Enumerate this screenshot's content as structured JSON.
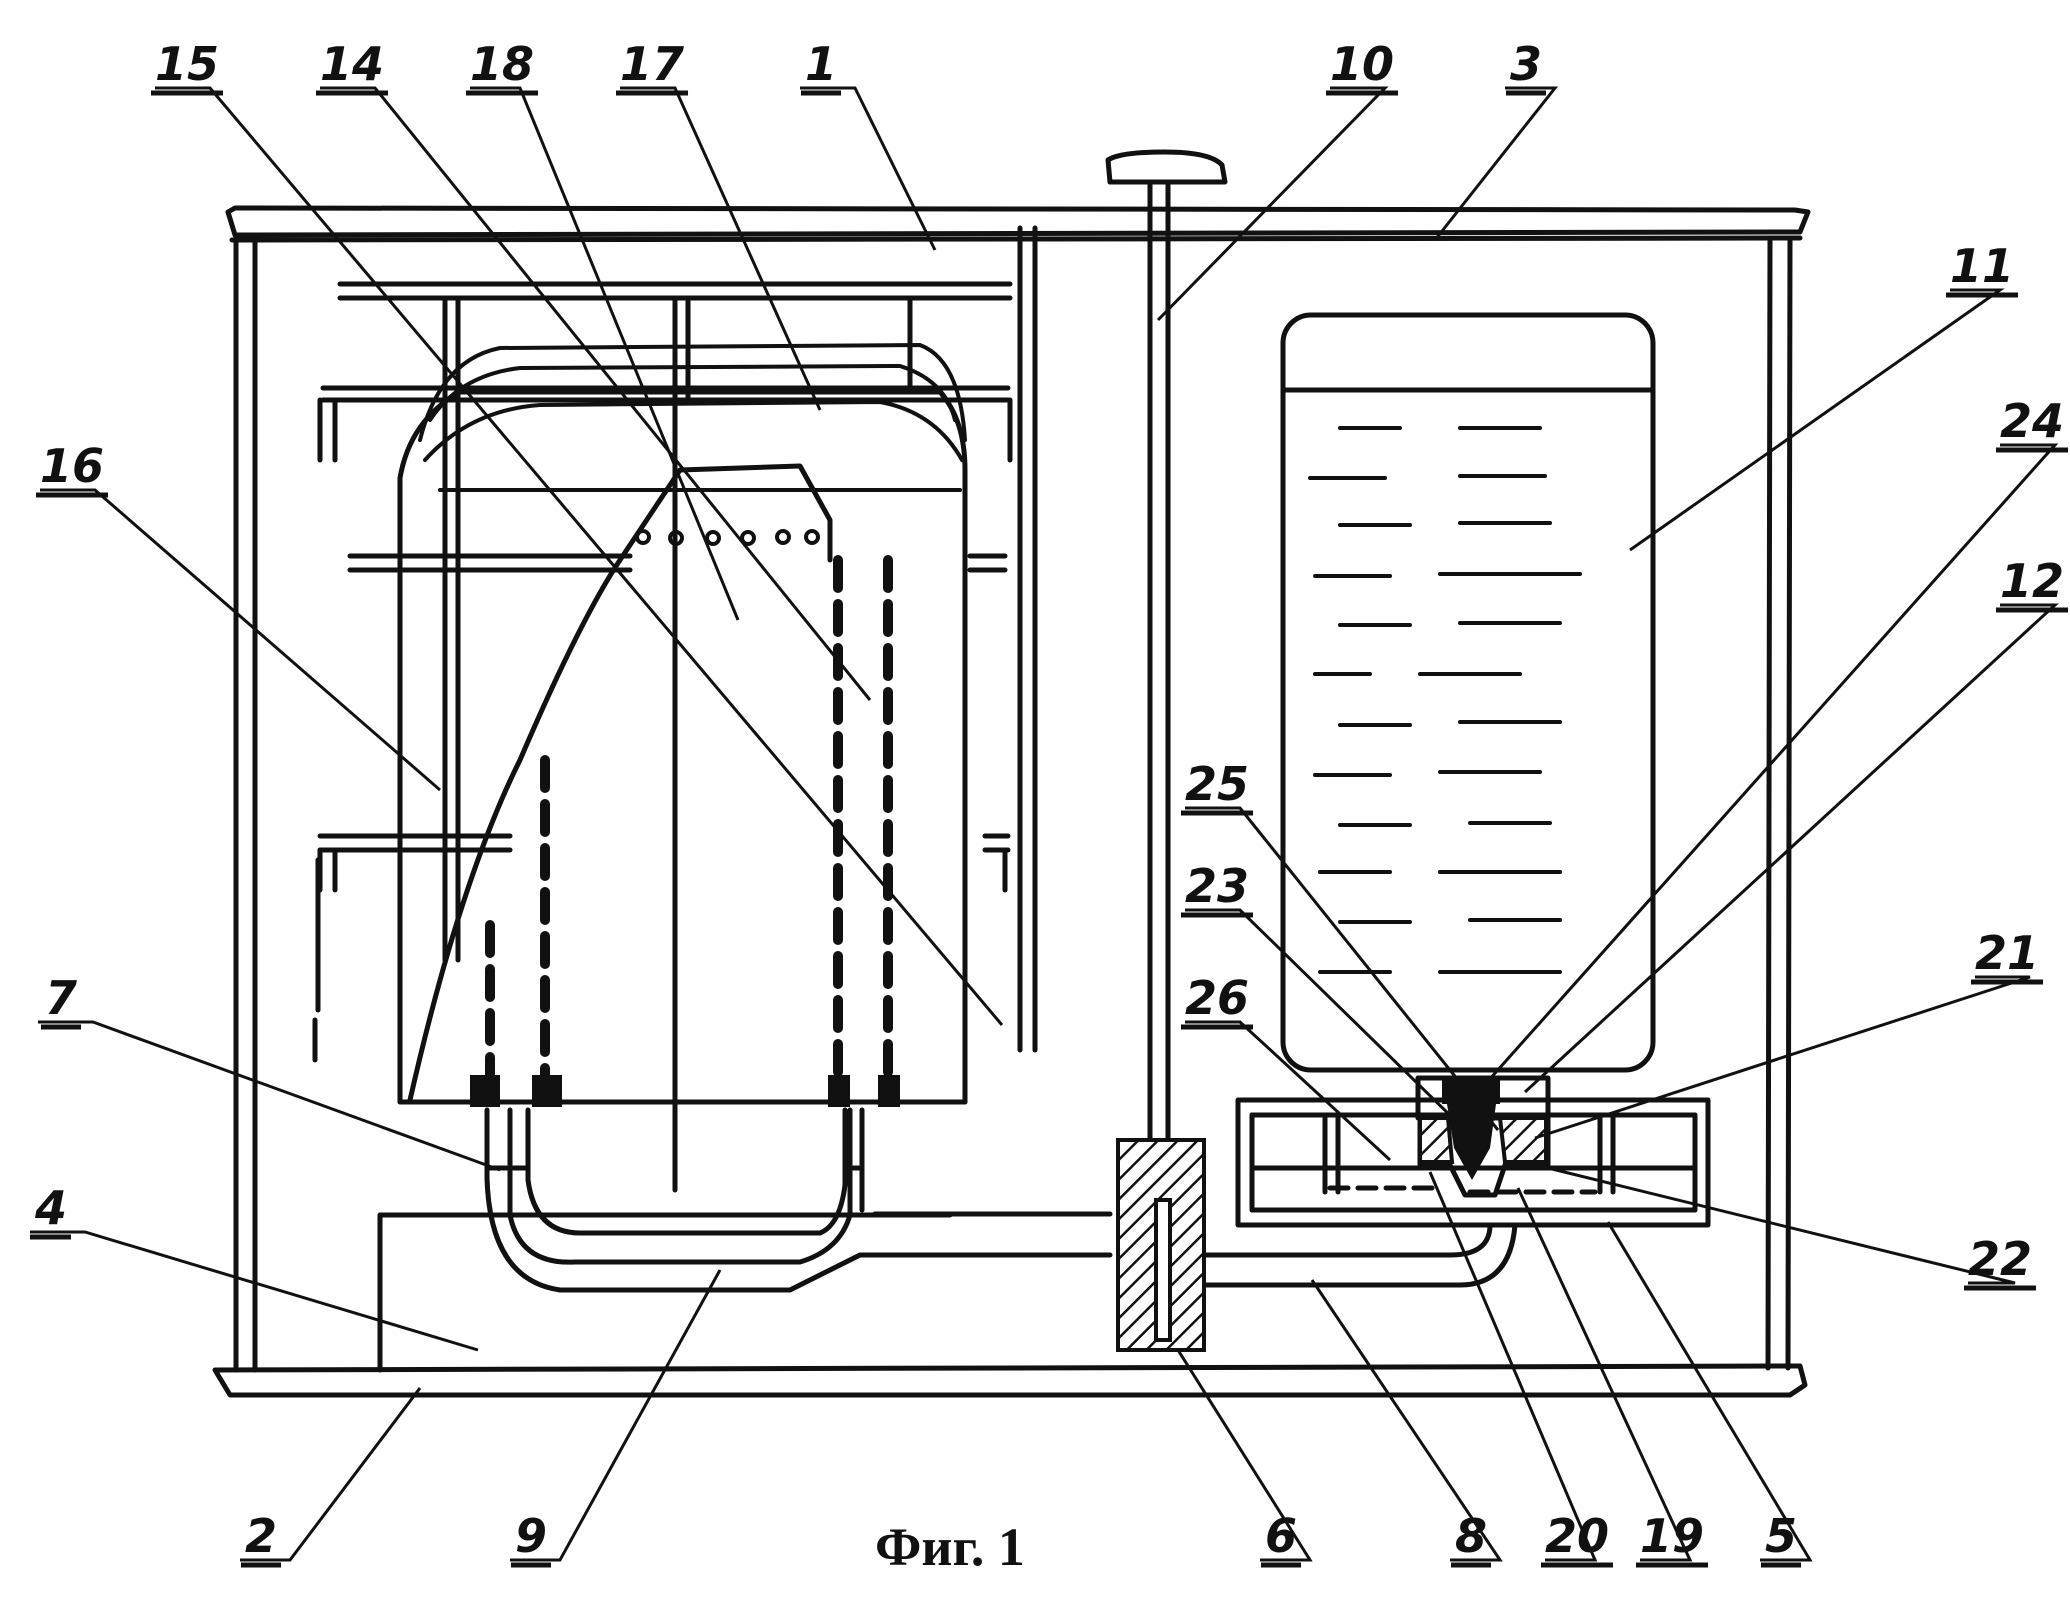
{
  "figure": {
    "caption": "Фиг. 1",
    "stroke_color": "#111111",
    "background": "#ffffff",
    "labels": [
      {
        "id": "15",
        "text": "15"
      },
      {
        "id": "14",
        "text": "14"
      },
      {
        "id": "18",
        "text": "18"
      },
      {
        "id": "17",
        "text": "17"
      },
      {
        "id": "1",
        "text": "1"
      },
      {
        "id": "10",
        "text": "10"
      },
      {
        "id": "3",
        "text": "3"
      },
      {
        "id": "11",
        "text": "11"
      },
      {
        "id": "24",
        "text": "24"
      },
      {
        "id": "16",
        "text": "16"
      },
      {
        "id": "12",
        "text": "12"
      },
      {
        "id": "25",
        "text": "25"
      },
      {
        "id": "23",
        "text": "23"
      },
      {
        "id": "21",
        "text": "21"
      },
      {
        "id": "26",
        "text": "26"
      },
      {
        "id": "7",
        "text": "7"
      },
      {
        "id": "4",
        "text": "4"
      },
      {
        "id": "22",
        "text": "22"
      },
      {
        "id": "2",
        "text": "2"
      },
      {
        "id": "9",
        "text": "9"
      },
      {
        "id": "6",
        "text": "6"
      },
      {
        "id": "8",
        "text": "8"
      },
      {
        "id": "20",
        "text": "20"
      },
      {
        "id": "19",
        "text": "19"
      },
      {
        "id": "5",
        "text": "5"
      }
    ]
  }
}
